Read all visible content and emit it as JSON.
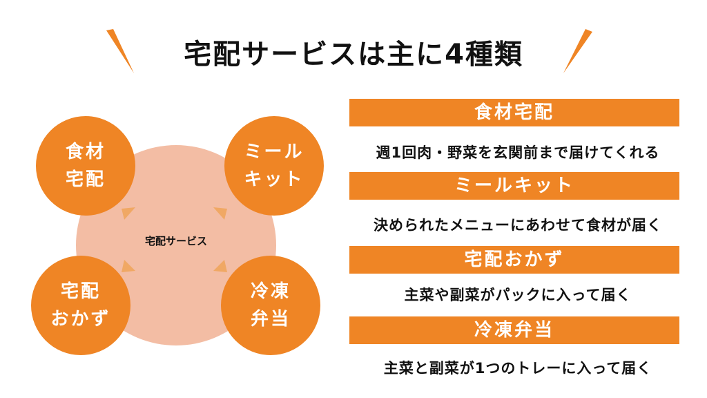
{
  "title": "宅配サービスは主に4種類",
  "colors": {
    "accent": "#ef8525",
    "center_circle": "#f3bda4",
    "arrow": "#f0a864",
    "text": "#111111"
  },
  "diagram": {
    "center_label": "宅配サービス",
    "nodes": [
      {
        "line1": "食材",
        "line2": "宅配"
      },
      {
        "line1": "ミール",
        "line2": "キット"
      },
      {
        "line1": "宅配",
        "line2": "おかず"
      },
      {
        "line1": "冷凍",
        "line2": "弁当"
      }
    ]
  },
  "services": [
    {
      "name": "食材宅配",
      "description": "週1回肉・野菜を玄関前まで届けてくれる"
    },
    {
      "name": "ミールキット",
      "description": "決められたメニューにあわせて食材が届く"
    },
    {
      "name": "宅配おかず",
      "description": "主菜や副菜がパックに入って届く"
    },
    {
      "name": "冷凍弁当",
      "description": "主菜と副菜が1つのトレーに入って届く"
    }
  ]
}
